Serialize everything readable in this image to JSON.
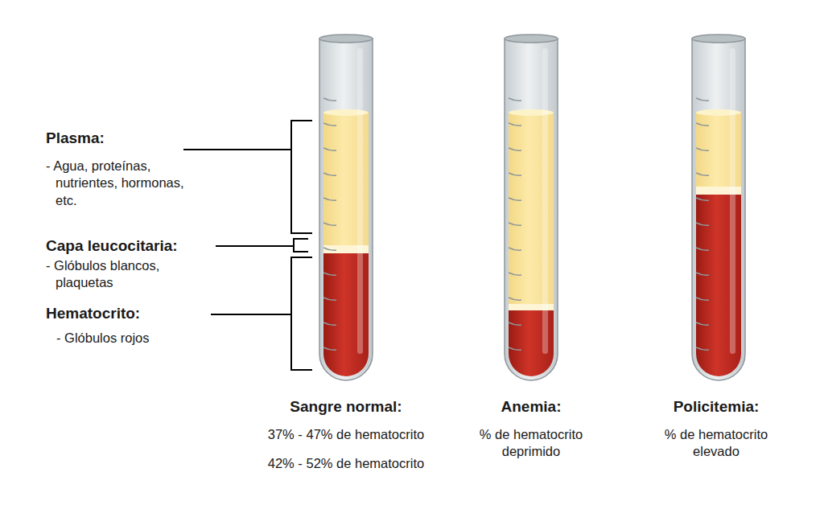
{
  "diagram": {
    "labels": [
      "Plasma:",
      "- Agua, proteínas, nutrientes, hormonas, etc.",
      "Capa leucocitaria:",
      "- Glóbulos blancos, plaquetas",
      "Hematocrito:",
      "- Glóbulos rojos",
      "Sangre normal:",
      "37% - 47% de hematocrito",
      "42% - 52% de hematocrito",
      "Anemia:",
      "% de hematocrito deprimido",
      "Policitemia:",
      "% de hematocrito elevado"
    ]
  }
}
